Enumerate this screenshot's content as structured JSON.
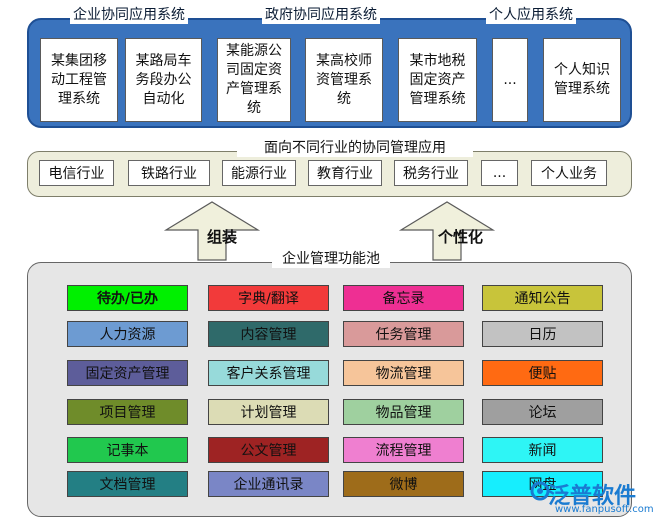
{
  "top": {
    "headings": [
      "企业协同应用系统",
      "政府协同应用系统",
      "个人应用系统"
    ],
    "boxes": [
      [
        "某集团移",
        "动工程管",
        "理系统"
      ],
      [
        "某路局车",
        "务段办公",
        "自动化"
      ],
      [
        "某能源公",
        "司固定资",
        "产管理系",
        "统"
      ],
      [
        "某高校师",
        "资管理系",
        "统"
      ],
      [
        "某市地税",
        "固定资产",
        "管理系统"
      ],
      [
        "..."
      ],
      [
        "个人知识",
        "管理系统"
      ]
    ]
  },
  "middle": {
    "title": "面向不同行业的协同管理应用",
    "items": [
      "电信行业",
      "铁路行业",
      "能源行业",
      "教育行业",
      "税务行业",
      "...",
      "个人业务"
    ]
  },
  "arrows": {
    "left_label": "组装",
    "right_label": "个性化"
  },
  "pool": {
    "title": "企业管理功能池",
    "rows": [
      [
        {
          "label": "待办/已办",
          "color": "#00f000"
        },
        {
          "label": "字典/翻译",
          "color": "#f23a3a"
        },
        {
          "label": "备忘录",
          "color": "#ee2f93"
        },
        {
          "label": "通知公告",
          "color": "#c8c43a"
        }
      ],
      [
        {
          "label": "人力资源",
          "color": "#6d9bd2"
        },
        {
          "label": "内容管理",
          "color": "#2f6a6a"
        },
        {
          "label": "任务管理",
          "color": "#d99a9a"
        },
        {
          "label": "日历",
          "color": "#c2c2c2"
        }
      ],
      [
        {
          "label": "固定资产管理",
          "color": "#5d5d9a"
        },
        {
          "label": "客户关系管理",
          "color": "#97dada"
        },
        {
          "label": "物流管理",
          "color": "#f6c59a"
        },
        {
          "label": "便贴",
          "color": "#ff6a12"
        }
      ],
      [
        {
          "label": "项目管理",
          "color": "#6f8c2a"
        },
        {
          "label": "计划管理",
          "color": "#dcdcb5"
        },
        {
          "label": "物品管理",
          "color": "#9fd09f"
        },
        {
          "label": "论坛",
          "color": "#9f9f9f"
        }
      ],
      [
        {
          "label": "记事本",
          "color": "#21c84e"
        },
        {
          "label": "公文管理",
          "color": "#9e2323"
        },
        {
          "label": "流程管理",
          "color": "#ef7fd0"
        },
        {
          "label": "新闻",
          "color": "#2ef5f5"
        }
      ],
      [
        {
          "label": "文档管理",
          "color": "#237f84"
        },
        {
          "label": "企业通讯录",
          "color": "#7a86c6"
        },
        {
          "label": "微博",
          "color": "#9e6c1a"
        },
        {
          "label": "网盘",
          "color": "#16eefe"
        }
      ]
    ]
  },
  "watermark": {
    "logo_text": "泛普软件",
    "url": "www.fanpusoft.com"
  }
}
